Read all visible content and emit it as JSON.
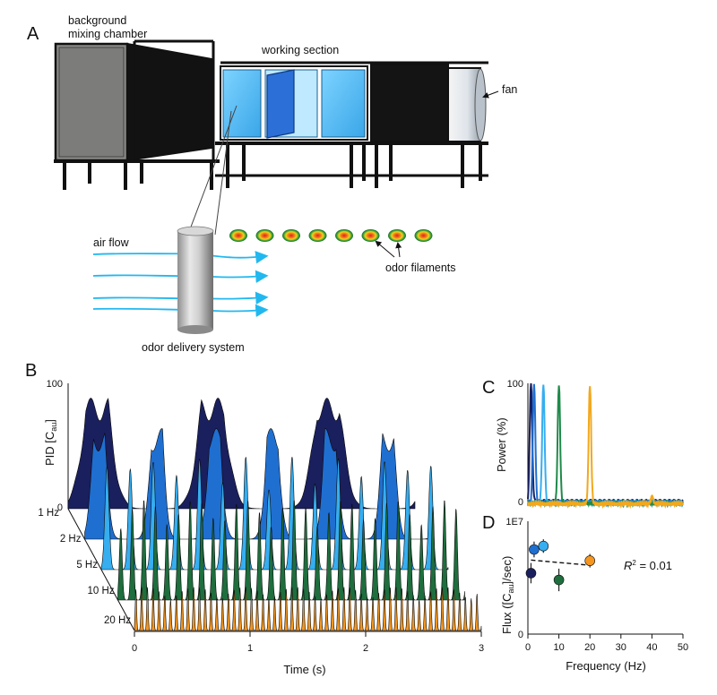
{
  "figure": {
    "panel_a": {
      "letter": "A",
      "labels": {
        "chamber_line1": "background",
        "chamber_line2": "mixing chamber",
        "working_section": "working section",
        "fan": "fan",
        "air_flow": "air flow",
        "odor_filaments": "odor filaments",
        "odor_delivery": "odor delivery system"
      }
    },
    "panel_b": {
      "letter": "B",
      "ylabel": "PID [C",
      "ylabel_sub": "au",
      "ylabel_end": "]",
      "y_ticks": [
        "100",
        "0"
      ],
      "xlabel": "Time (s)",
      "x_ticks": [
        "0",
        "1",
        "2",
        "3"
      ],
      "series_labels": [
        "1 Hz",
        "2 Hz",
        "5 Hz",
        "10 Hz",
        "20 Hz"
      ],
      "colors": [
        "#1a1f5e",
        "#1f6fd1",
        "#36aef0",
        "#1f6e3e",
        "#f5961f"
      ]
    },
    "panel_c": {
      "letter": "C",
      "ylabel": "Power (%)",
      "y_ticks": [
        "100",
        "0"
      ]
    },
    "panel_d": {
      "letter": "D",
      "ylabel": "Flux ([C",
      "ylabel_sub": "au",
      "ylabel_end": "]/sec)",
      "y_top": "1E7",
      "y_bottom": "0",
      "xlabel": "Frequency (Hz)",
      "x_ticks": [
        "0",
        "10",
        "20",
        "30",
        "40",
        "50"
      ],
      "r2_label": "R",
      "r2_sup": "2",
      "r2_value": " = 0.01"
    }
  },
  "chart_data": [
    {
      "type": "line",
      "panel": "B",
      "xlabel": "Time (s)",
      "ylabel": "PID [Cau]",
      "xlim": [
        0,
        3
      ],
      "ylim": [
        0,
        100
      ],
      "series": [
        {
          "name": "1 Hz",
          "frequency_hz": 1,
          "color": "#1a1f5e"
        },
        {
          "name": "2 Hz",
          "frequency_hz": 2,
          "color": "#1f6fd1"
        },
        {
          "name": "5 Hz",
          "frequency_hz": 5,
          "color": "#36aef0"
        },
        {
          "name": "10 Hz",
          "frequency_hz": 10,
          "color": "#1f6e3e"
        },
        {
          "name": "20 Hz",
          "frequency_hz": 20,
          "color": "#f5961f"
        }
      ]
    },
    {
      "type": "line",
      "panel": "C",
      "ylabel": "Power (%)",
      "xlim": [
        0,
        50
      ],
      "ylim": [
        0,
        100
      ],
      "series": [
        {
          "peak_hz": 1,
          "color": "#1a1f5e"
        },
        {
          "peak_hz": 2,
          "color": "#1f6fd1"
        },
        {
          "peak_hz": 5,
          "color": "#36aef0"
        },
        {
          "peak_hz": 10,
          "color": "#1f8a4a"
        },
        {
          "peak_hz": 20,
          "color": "#f2a81d"
        }
      ]
    },
    {
      "type": "scatter",
      "panel": "D",
      "xlabel": "Frequency (Hz)",
      "ylabel": "Flux ([Cau]/sec)",
      "xlim": [
        0,
        50
      ],
      "ylim": [
        0,
        10000000
      ],
      "points": [
        {
          "x": 1,
          "y": 5400000,
          "err": 900000,
          "color": "#1a1f5e"
        },
        {
          "x": 2,
          "y": 7500000,
          "err": 700000,
          "color": "#1f6fd1"
        },
        {
          "x": 5,
          "y": 7800000,
          "err": 600000,
          "color": "#36aef0"
        },
        {
          "x": 10,
          "y": 4800000,
          "err": 1000000,
          "color": "#1f6e3e"
        },
        {
          "x": 20,
          "y": 6500000,
          "err": 600000,
          "color": "#f5961f"
        }
      ],
      "trendline": {
        "style": "dashed",
        "r2": 0.01
      },
      "annotation": "R2 = 0.01"
    }
  ]
}
